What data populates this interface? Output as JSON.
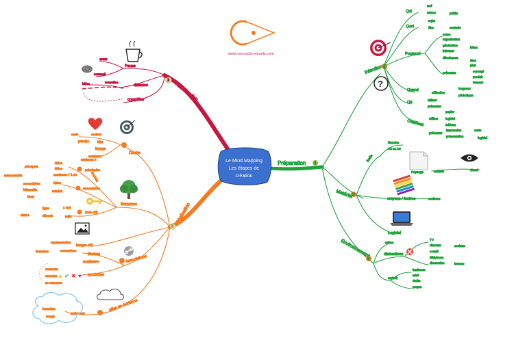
{
  "center": {
    "lines": [
      "Le Mind Mapping",
      "Les étapes de",
      "création"
    ]
  },
  "logo": {
    "url": "www.concepts-visuels.com"
  },
  "colors": {
    "preparation": "#1fa23a",
    "realisation": "#f47b20",
    "amelioration": "#c8173f",
    "center_fill": "#3b6fd0"
  },
  "preparation": {
    "label": "Préparation",
    "number": "4",
    "intention": {
      "label": "Intention",
      "number": "1",
      "qui": {
        "label": "Qui",
        "items": [
          "moi",
          "autres",
          "public"
        ]
      },
      "quoi": {
        "label": "Quoi",
        "items": [
          "sujet",
          "titre",
          "centrale"
        ]
      },
      "pourquoi": {
        "label": "Pourquoi",
        "items": [
          "notes",
          "organisation",
          "génération",
          "informer",
          "idées",
          "dévelopers",
          "rites",
          "plan",
          "présenter",
          "concept",
          "produit",
          "travaux"
        ]
      },
      "quand": {
        "label": "Quand",
        "items": [
          "utilisation",
          "longueur",
          "périodique"
        ]
      },
      "ou": {
        "label": "Où",
        "items": [
          "utiliser",
          "présenter"
        ]
      },
      "comment": {
        "label": "Comment",
        "items": [
          "utiliser",
          "papier",
          "logiciel",
          "tableau",
          "présenter",
          "impression",
          "carte",
          "présentation",
          "logiciel"
        ]
      }
    },
    "materiel": {
      "label": "Matériel",
      "number": "2",
      "items": [
        "feuille",
        "blanche",
        "A4 ou A3",
        "Paysage",
        "cahiers",
        "visuel",
        "crayons / feutres",
        "couleurs",
        "Logiciel"
      ]
    },
    "environnement": {
      "label": "Environnement",
      "number": "3",
      "items": [
        "calme",
        "distractions",
        "TV",
        "réseaux",
        "e-mail",
        "téléphone",
        "sociaux",
        "discussion",
        "bureau",
        "endroit",
        "lumineux",
        "aéré",
        "droite",
        "propre"
      ]
    }
  },
  "realisation": {
    "label": "Réalisation",
    "number": "5",
    "centre": {
      "label": "Centre",
      "number": "4",
      "items": [
        "carte",
        "couleur",
        "principe",
        "idée",
        "image",
        "couleurs",
        "minimum 3"
      ]
    },
    "branches": {
      "label": "Branches",
      "number": "5",
      "items": [
        "courbes",
        "principales",
        "idées",
        "principale",
        "idées",
        "maximum 7 à 10",
        "mémorisable",
        "secondaires",
        "idées",
        "secondaires",
        "hiérarchie",
        "relation",
        "idem"
      ]
    },
    "motcle": {
      "label": "mot-clé",
      "number": "6",
      "items": [
        "ligne",
        "1 mot",
        "lettres",
        "déroule",
        "taille"
      ]
    },
    "imagecle": {
      "label": "image-clé"
    },
    "associations": {
      "label": "Associations",
      "number": "7",
      "items": [
        "représentation",
        "connexions",
        "flèches",
        "branches",
        "couleurs",
        "connecte",
        "associer",
        "se retrouver",
        "symboles"
      ]
    },
    "mise": {
      "label": "Mise en évidence",
      "number": "8",
      "items": [
        "branches",
        "entourer",
        "nuage"
      ]
    }
  },
  "amelioration": {
    "label": "Amélioration",
    "number": "3",
    "pause": {
      "label": "Pause",
      "items": [
        "avant",
        "sommeil"
      ]
    },
    "distance": {
      "label": "distance",
      "items": [
        "idées",
        "nouvelles"
      ]
    },
    "completer": {
      "label": "compléter"
    }
  }
}
